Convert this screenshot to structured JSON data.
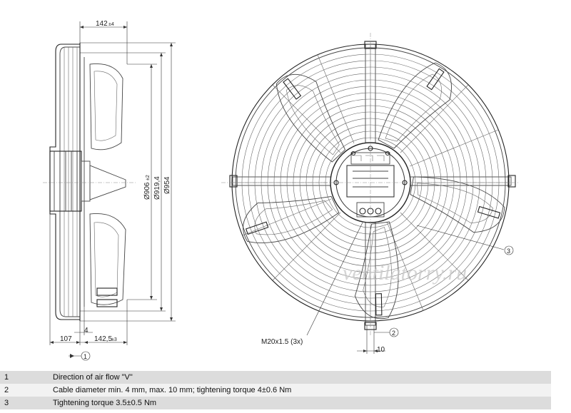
{
  "dimensions": {
    "depth_top": "142",
    "depth_top_tol": "±4",
    "dia_inner": "Ø906",
    "dia_inner_tol": "±2",
    "dia_mid": "Ø919,4",
    "dia_outer": "Ø954",
    "hub_offset": "107",
    "gap": "4",
    "bottom_depth": "142,5",
    "bottom_depth_tol": "±3",
    "slot_width": "10"
  },
  "callouts": {
    "c1": "1",
    "c2": "2",
    "c3": "3",
    "thread": "M20x1.5 (3x)"
  },
  "watermark": "ventilatorry.ru",
  "legend": [
    {
      "num": "1",
      "text": "Direction of air flow \"V\""
    },
    {
      "num": "2",
      "text": "Cable diameter min. 4 mm, max. 10 mm; tightening torque 4±0.6 Nm"
    },
    {
      "num": "3",
      "text": "Tightening torque 3.5±0.5 Nm"
    }
  ]
}
